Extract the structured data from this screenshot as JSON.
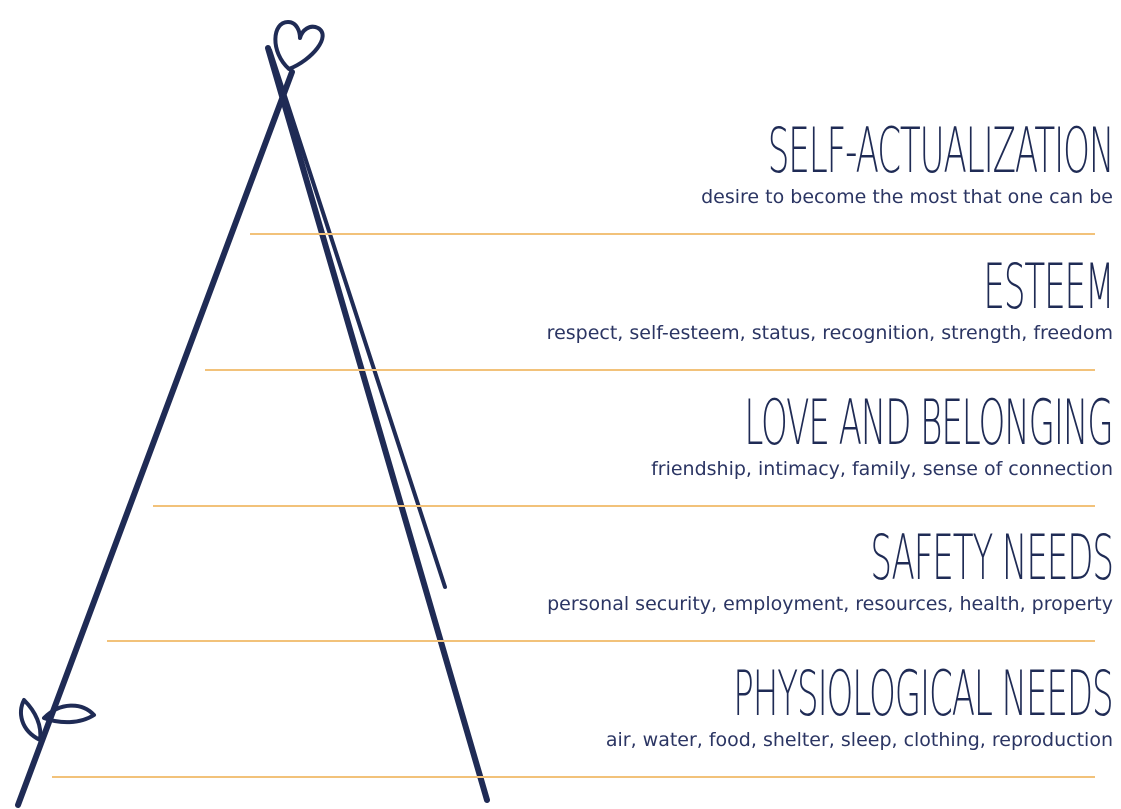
{
  "levels": [
    {
      "title": "SELF-ACTUALIZATION",
      "description": "desire to become the most that one can be"
    },
    {
      "title": "ESTEEM",
      "description": "respect, self-esteem, status, recognition, strength, freedom"
    },
    {
      "title": "LOVE AND BELONGING",
      "description": "friendship, intimacy, family, sense of connection"
    },
    {
      "title": "SAFETY NEEDS",
      "description": "personal security, employment, resources, health, property"
    },
    {
      "title": "PHYSIOLOGICAL NEEDS",
      "description": "air, water, food, shelter, sleep, clothing, reproduction"
    }
  ],
  "colors": {
    "frame": "#1f2b55",
    "divider": "#f2c27a",
    "text": "#1f2b55"
  },
  "icons": [
    "heart-icon",
    "leaf-icon"
  ]
}
